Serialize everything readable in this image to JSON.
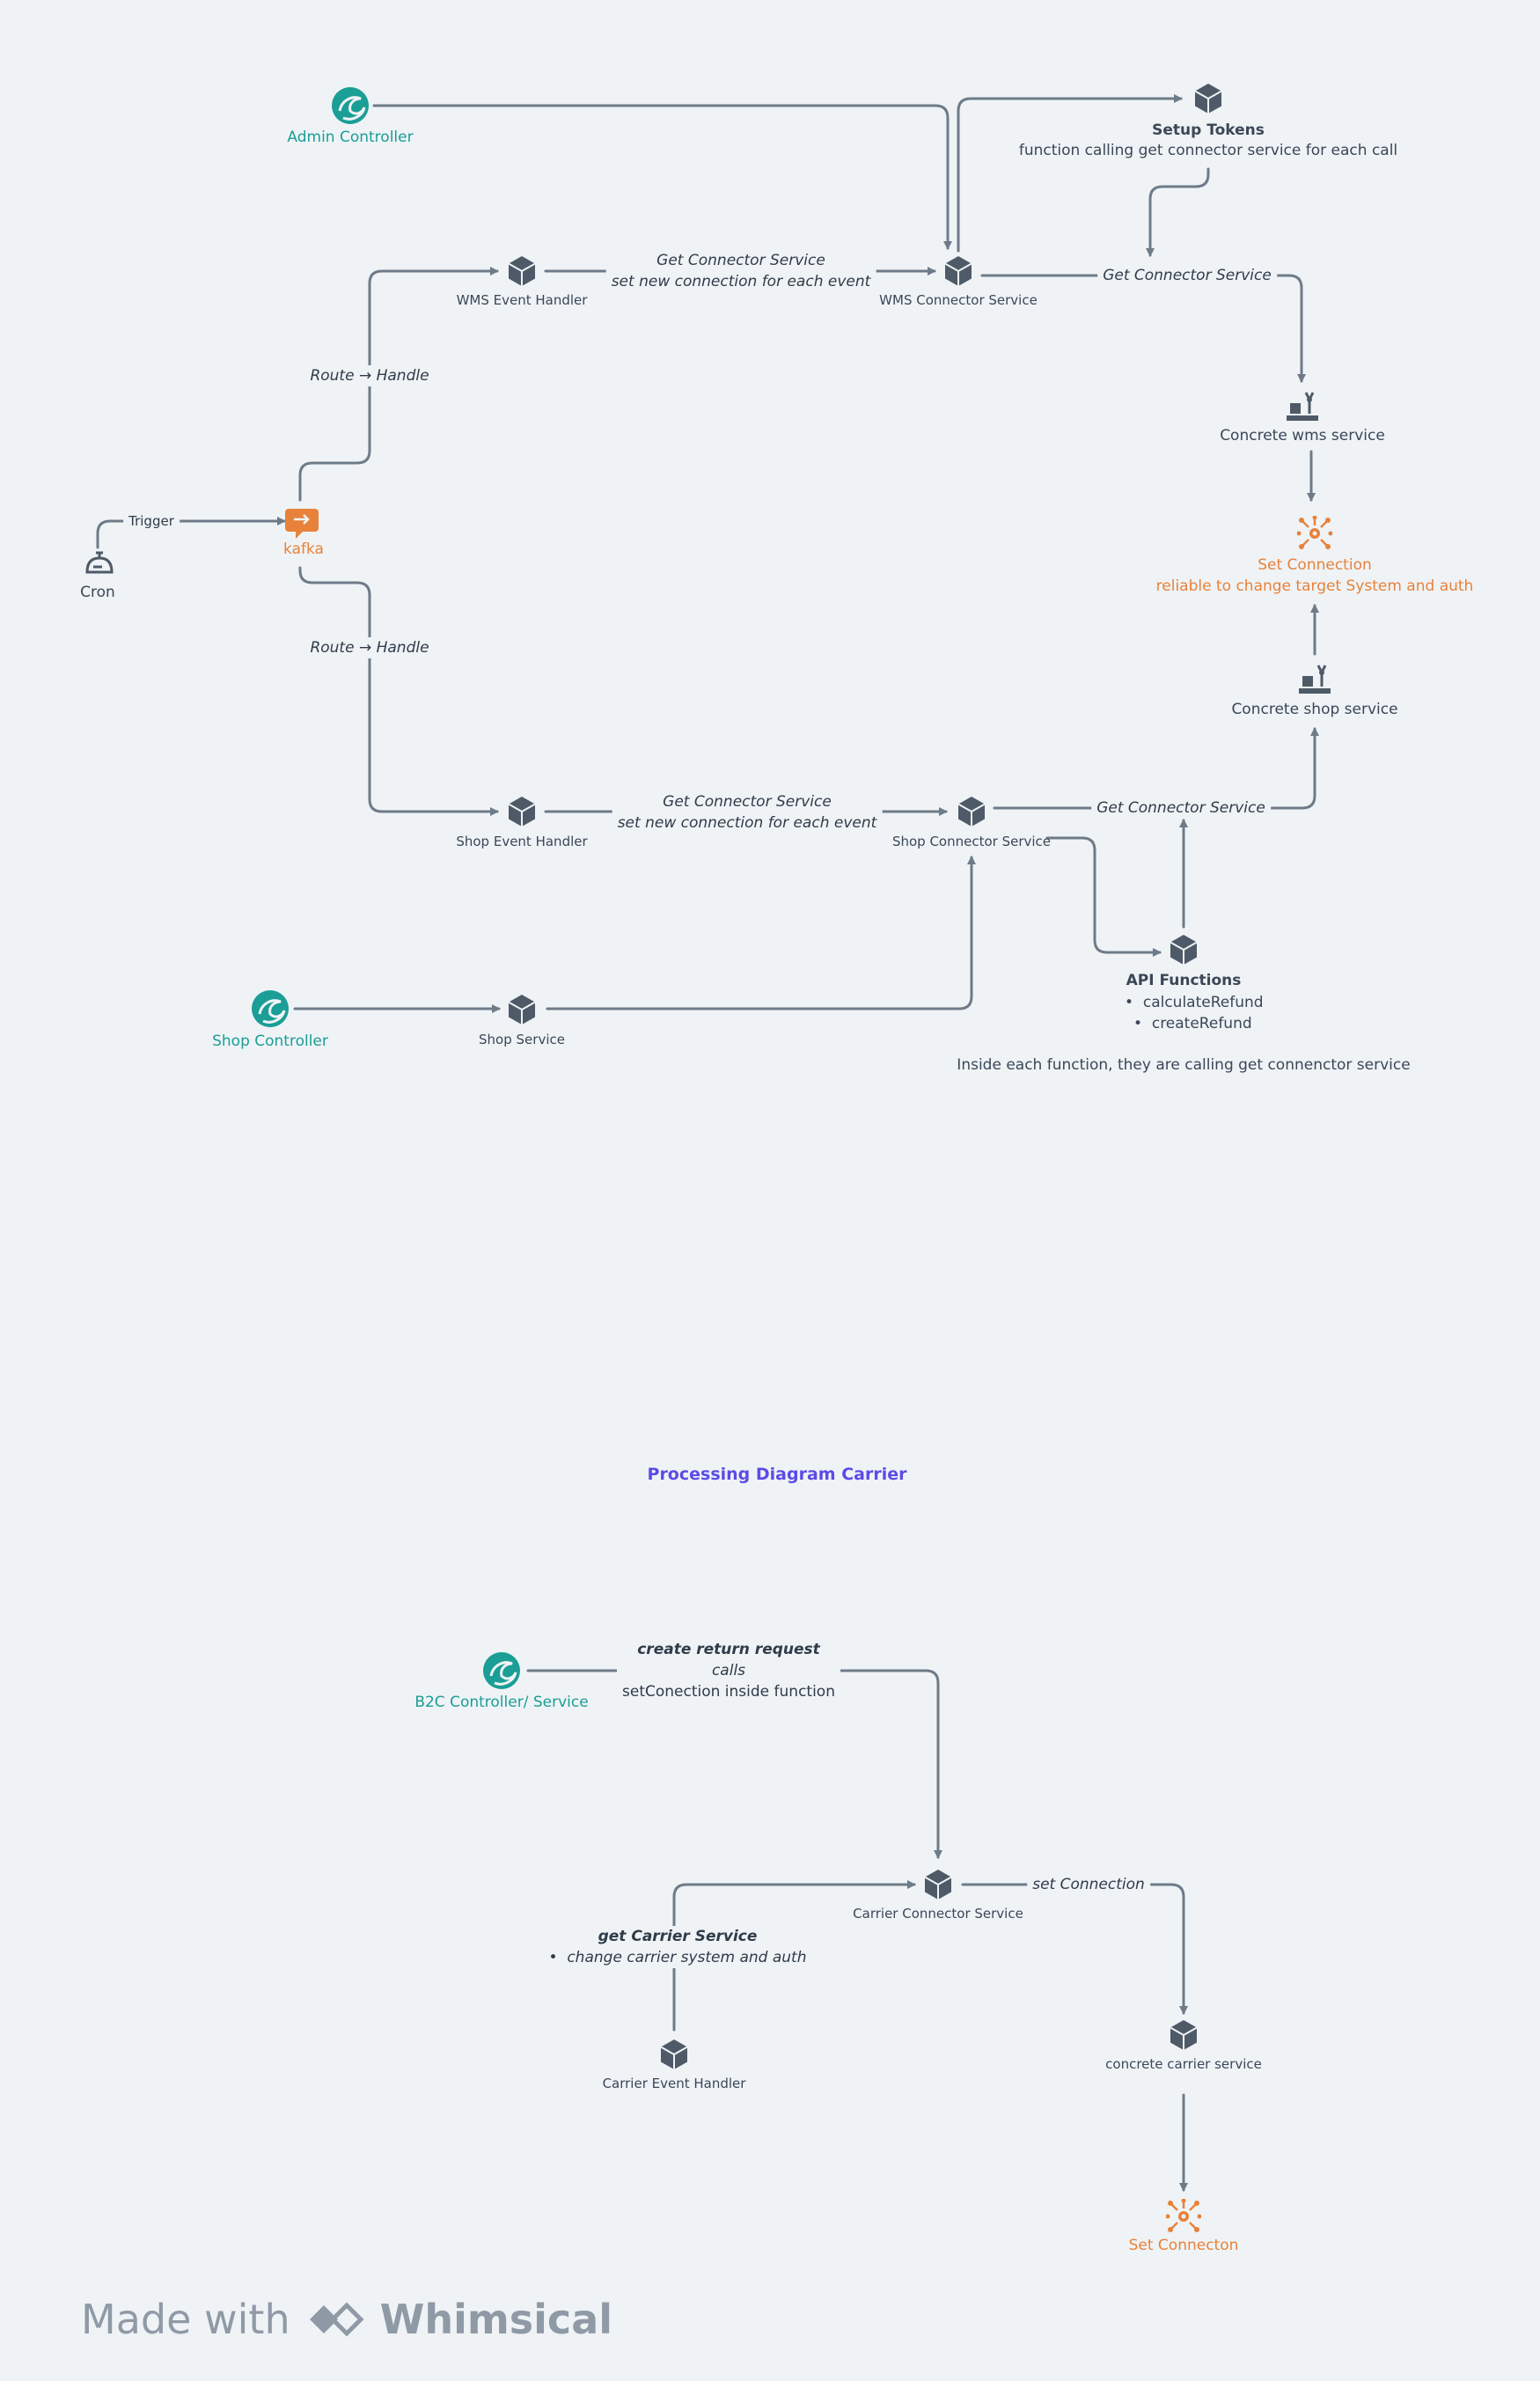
{
  "nodes": {
    "admin_controller": "Admin Controller",
    "setup_tokens_title": "Setup Tokens",
    "setup_tokens_desc": "function calling get connector service for each call",
    "wms_event_handler": "WMS Event Handler",
    "wms_connector_service": "WMS Connector Service",
    "concrete_wms_service": "Concrete wms service",
    "set_connection_title": "Set Connection",
    "set_connection_desc": "reliable to change target System and auth",
    "concrete_shop_service": "Concrete shop service",
    "kafka": "kafka",
    "cron": "Cron",
    "shop_event_handler": "Shop Event Handler",
    "shop_connector_service": "Shop Connector Service",
    "api_functions_title": "API Functions",
    "api_functions_items": [
      "calculateRefund",
      "createRefund"
    ],
    "api_functions_note": "Inside each function, they are calling get connenctor service",
    "shop_controller": "Shop Controller",
    "shop_service": "Shop Service",
    "b2c_controller": "B2C Controller/ Service",
    "carrier_connector_service": "Carrier Connector Service",
    "carrier_event_handler": "Carrier Event Handler",
    "concrete_carrier_service": "concrete carrier service",
    "set_connecton": "Set Connecton"
  },
  "edges": {
    "trigger": "Trigger",
    "route_handle_top": "Route → Handle",
    "route_handle_bottom": "Route → Handle",
    "wms_get_connector_1": "Get Connector Service",
    "wms_get_connector_2": "set new connection for each event",
    "wms_to_concrete": "Get Connector Service",
    "shop_get_connector_1": "Get Connector Service",
    "shop_get_connector_2": "set new connection for each event",
    "shop_to_concrete": "Get Connector Service",
    "b2c_create": "create return request",
    "b2c_calls": "calls",
    "b2c_setconn": "setConection inside function",
    "set_connection": "set Connection",
    "get_carrier_title": "get Carrier Service",
    "get_carrier_item": "change carrier system and auth"
  },
  "section_title": "Processing Diagram Carrier",
  "footer": {
    "made_with": "Made with",
    "brand": "Whimsical"
  },
  "colors": {
    "edge": "#6e7b88",
    "node_icon": "#4e5a67",
    "teal": "#1a9e96",
    "orange": "#e8823a",
    "title": "#5b4ce6"
  }
}
